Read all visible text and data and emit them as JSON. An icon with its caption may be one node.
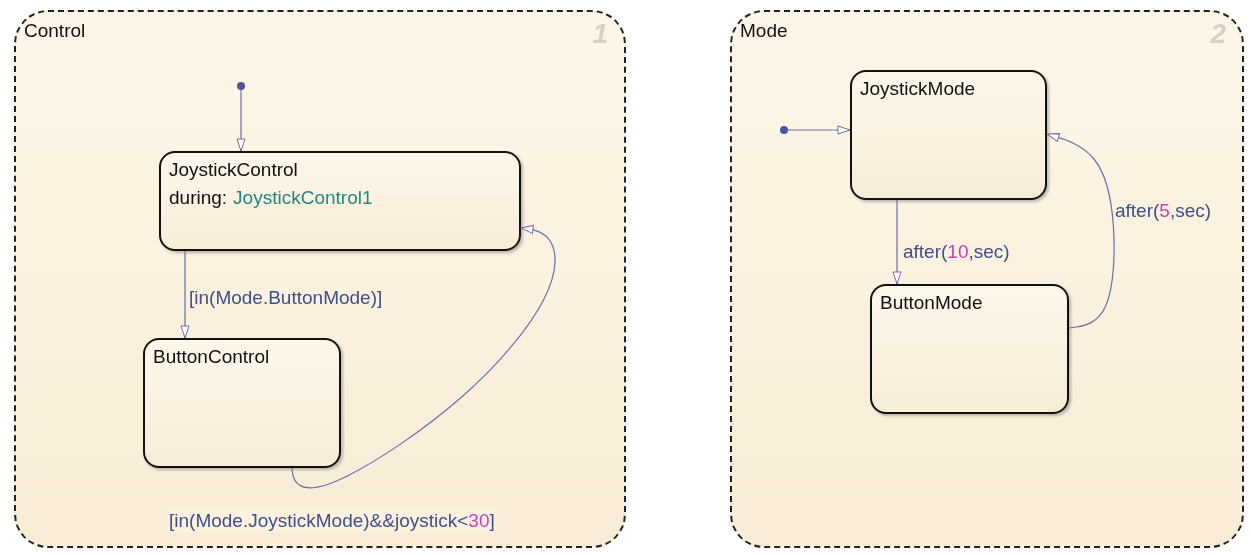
{
  "diagram": {
    "nodes": [
      {
        "text": [
          "Control",
          "1"
        ]
      },
      {
        "text": [],
        "shape": "circle",
        "in": 0
      },
      {
        "text": [
          "JoystickControl",
          "during:",
          "JoystickControl1"
        ],
        "in": 0
      },
      {
        "text": [
          "ButtonControl"
        ],
        "in": 0
      },
      {
        "text": [
          "Mode",
          "2"
        ]
      },
      {
        "text": [],
        "shape": "circle",
        "in": 4
      },
      {
        "text": [
          "JoystickMode"
        ],
        "in": 4
      },
      {
        "text": [
          "ButtonMode"
        ],
        "in": 4
      }
    ],
    "edges": [
      {
        "from": 1,
        "to": 2,
        "arrow": "to"
      },
      {
        "from": 2,
        "to": 3,
        "arrow": "to",
        "label": "[in(Mode.ButtonMode)]"
      },
      {
        "from": 3,
        "to": 2,
        "arrow": "to",
        "label": "[in(Mode.JoystickMode)&&joystick<30]"
      },
      {
        "from": 5,
        "to": 6,
        "arrow": "to"
      },
      {
        "from": 6,
        "to": 7,
        "arrow": "to",
        "label": "after(10,sec)"
      },
      {
        "from": 7,
        "to": 6,
        "arrow": "to",
        "label": "after(5,sec)"
      }
    ]
  }
}
